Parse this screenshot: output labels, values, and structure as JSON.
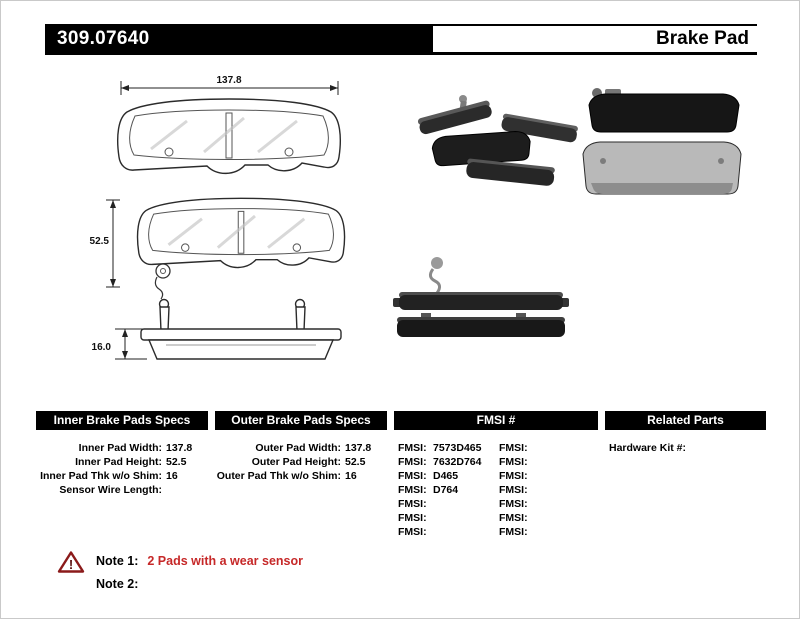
{
  "header": {
    "part_number": "309.07640",
    "product_type": "Brake Pad"
  },
  "drawings": {
    "dim_width": "137.8",
    "dim_height": "52.5",
    "dim_thickness": "16.0"
  },
  "tables": {
    "inner": {
      "title": "Inner Brake Pads Specs",
      "rows": [
        {
          "label": "Inner Pad Width:",
          "value": "137.8"
        },
        {
          "label": "Inner Pad Height:",
          "value": "52.5"
        },
        {
          "label": "Inner Pad Thk w/o Shim:",
          "value": "16"
        },
        {
          "label": "Sensor Wire Length:",
          "value": ""
        }
      ]
    },
    "outer": {
      "title": "Outer Brake Pads Specs",
      "rows": [
        {
          "label": "Outer Pad Width:",
          "value": "137.8"
        },
        {
          "label": "Outer Pad Height:",
          "value": "52.5"
        },
        {
          "label": "Outer Pad Thk w/o Shim:",
          "value": "16"
        }
      ]
    },
    "fmsi": {
      "title": "FMSI #",
      "col1": [
        {
          "label": "FMSI:",
          "value": "7573D465"
        },
        {
          "label": "FMSI:",
          "value": "7632D764"
        },
        {
          "label": "FMSI:",
          "value": "D465"
        },
        {
          "label": "FMSI:",
          "value": "D764"
        },
        {
          "label": "FMSI:",
          "value": ""
        },
        {
          "label": "FMSI:",
          "value": ""
        },
        {
          "label": "FMSI:",
          "value": ""
        }
      ],
      "col2": [
        {
          "label": "FMSI:",
          "value": ""
        },
        {
          "label": "FMSI:",
          "value": ""
        },
        {
          "label": "FMSI:",
          "value": ""
        },
        {
          "label": "FMSI:",
          "value": ""
        },
        {
          "label": "FMSI:",
          "value": ""
        },
        {
          "label": "FMSI:",
          "value": ""
        },
        {
          "label": "FMSI:",
          "value": ""
        }
      ]
    },
    "related": {
      "title": "Related Parts",
      "rows": [
        {
          "label": "Hardware Kit #:",
          "value": ""
        }
      ]
    }
  },
  "notes": {
    "note1_label": "Note 1:",
    "note1_text": "2 Pads with a wear sensor",
    "note2_label": "Note 2:",
    "note2_text": ""
  },
  "colors": {
    "header_bg": "#000000",
    "table_header_bg": "#000000",
    "note_red": "#c62828",
    "warning_red": "#8b1a1a"
  }
}
